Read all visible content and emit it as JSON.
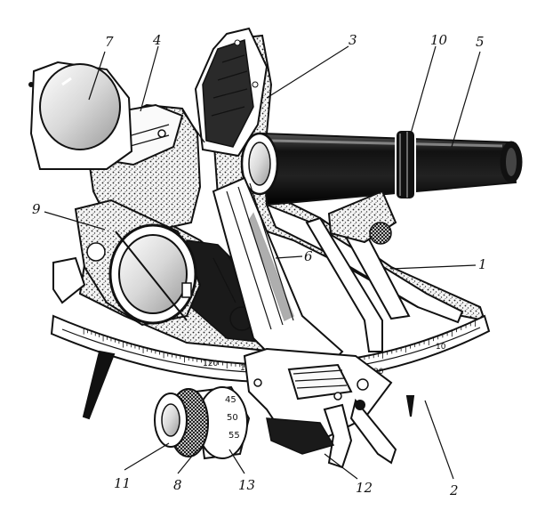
{
  "callouts": [
    {
      "id": "1",
      "text": "1"
    },
    {
      "id": "2",
      "text": "2"
    },
    {
      "id": "3",
      "text": "3"
    },
    {
      "id": "4",
      "text": "4"
    },
    {
      "id": "5",
      "text": "5"
    },
    {
      "id": "6",
      "text": "6"
    },
    {
      "id": "7",
      "text": "7"
    },
    {
      "id": "8",
      "text": "8"
    },
    {
      "id": "9",
      "text": "9"
    },
    {
      "id": "10",
      "text": "10"
    },
    {
      "id": "11",
      "text": "11"
    },
    {
      "id": "12",
      "text": "12"
    },
    {
      "id": "13",
      "text": "13"
    }
  ],
  "arc_scale": {
    "labels": [
      "120",
      "110",
      "50",
      "30",
      "10"
    ]
  },
  "drum_scale": {
    "labels": [
      "45",
      "50",
      "55"
    ]
  }
}
